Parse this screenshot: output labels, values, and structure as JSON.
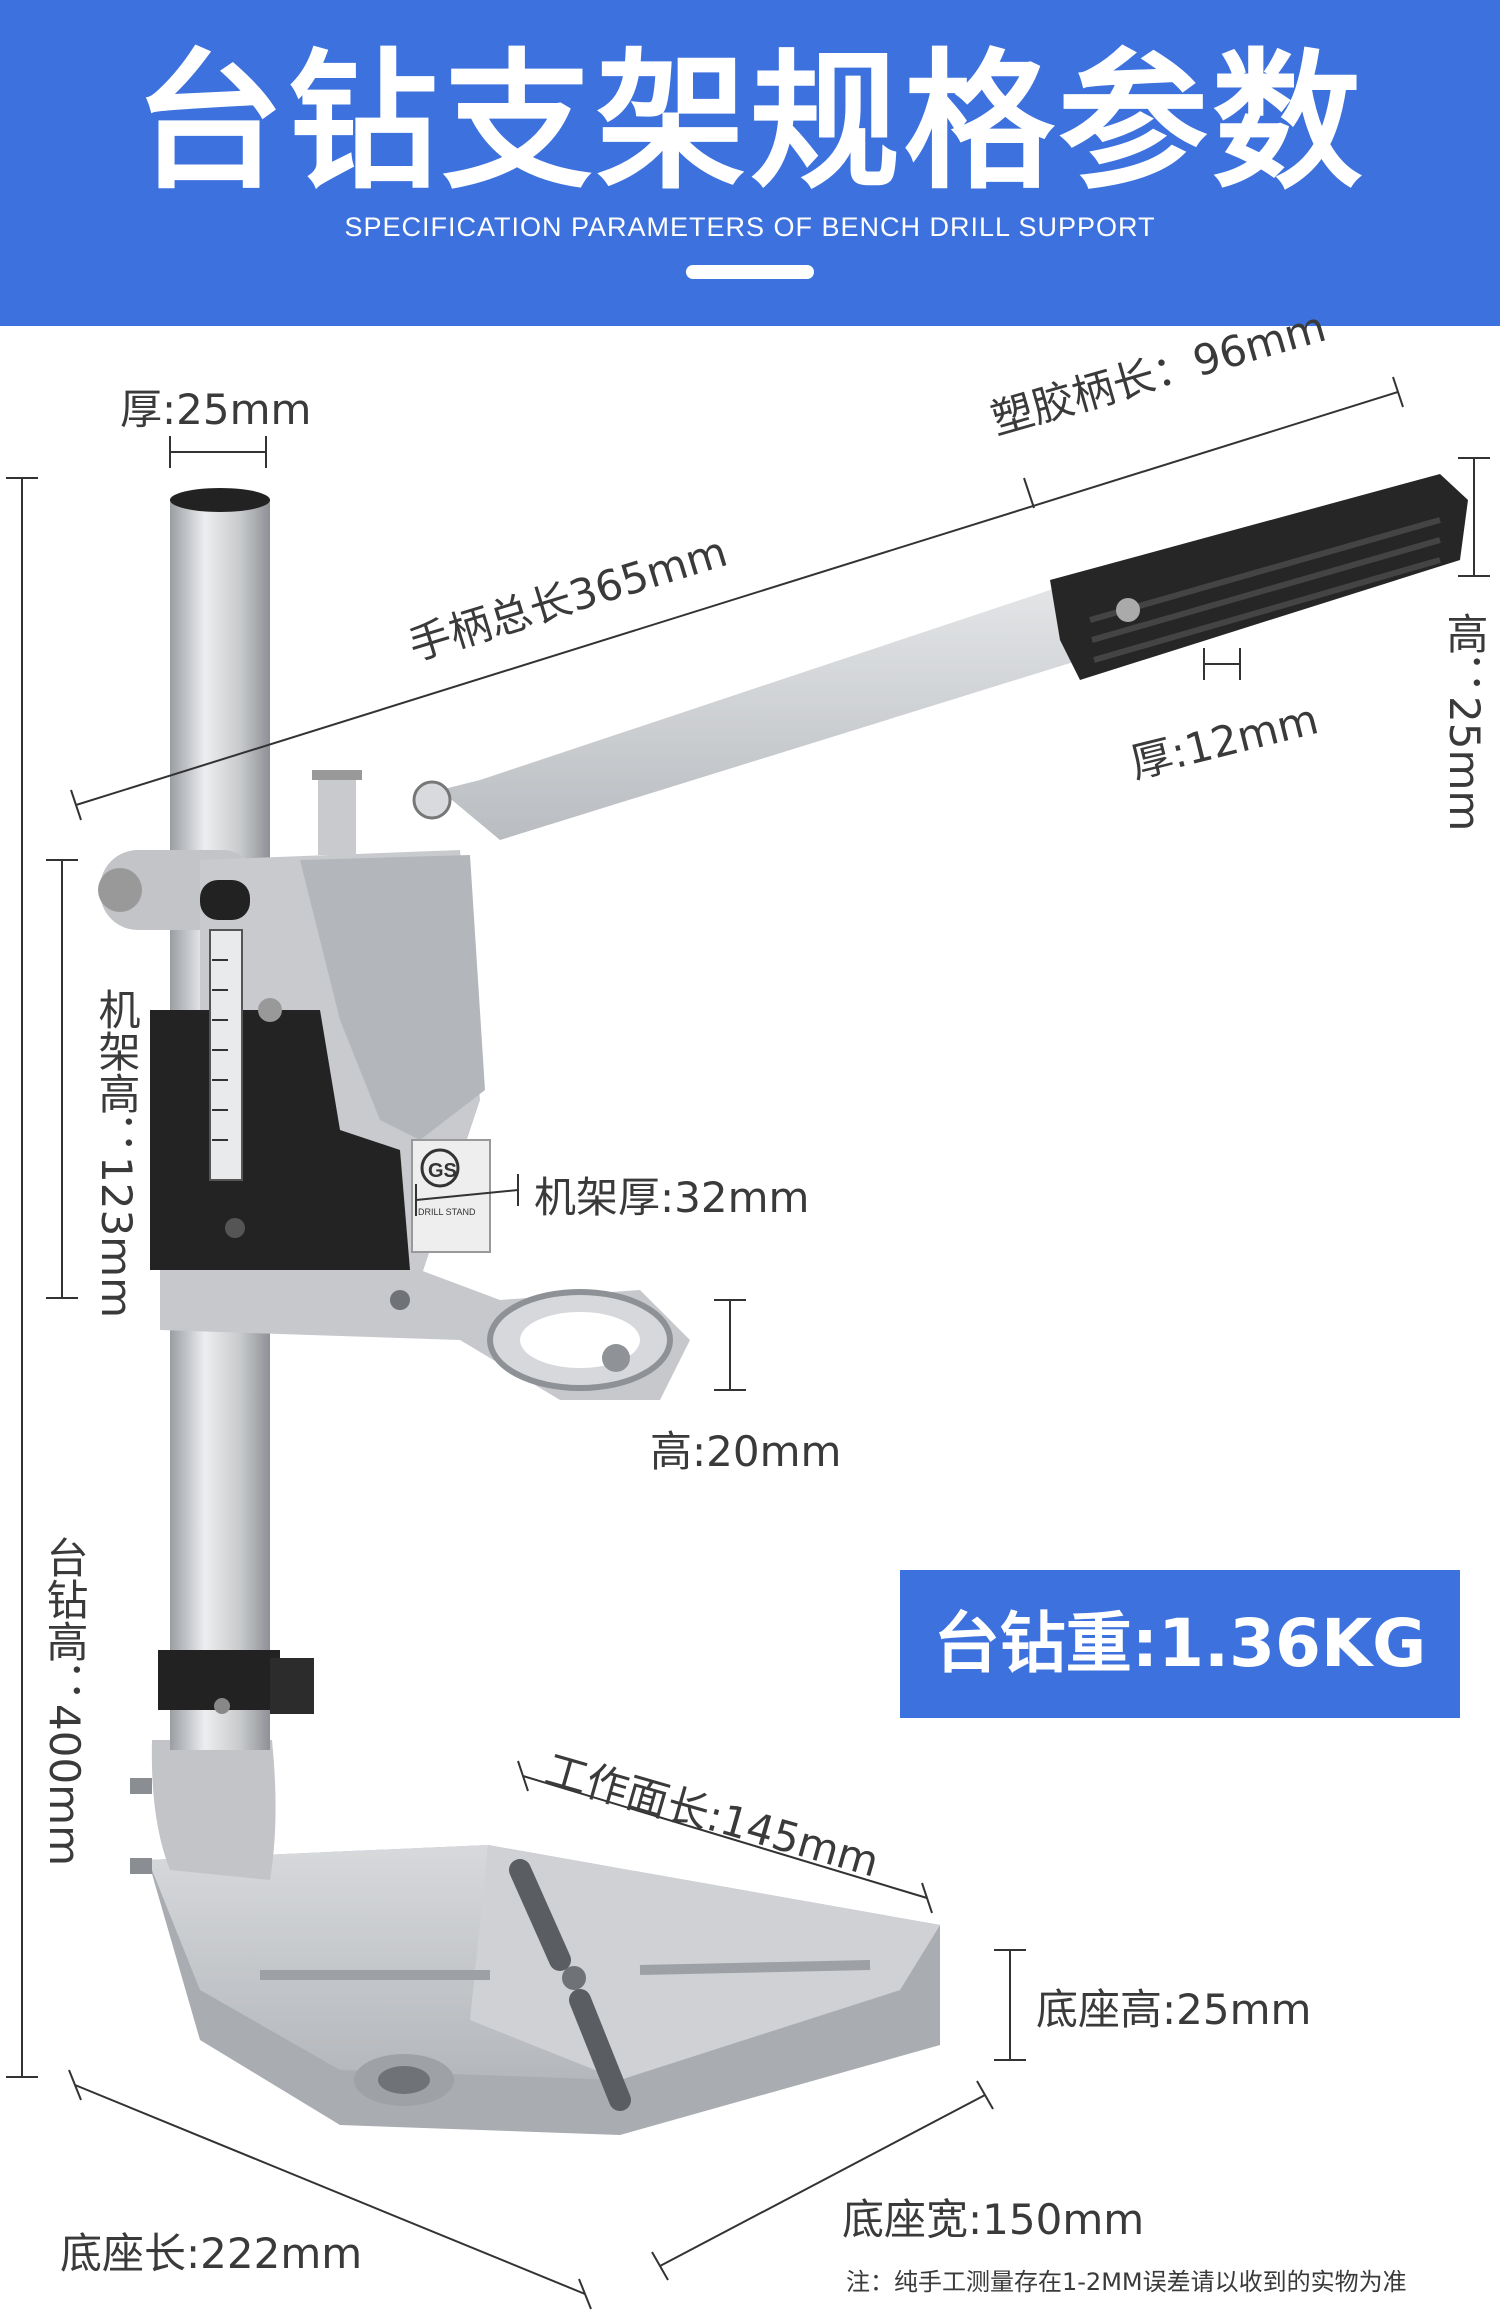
{
  "header": {
    "title": "台钻支架规格参数",
    "subtitle": "SPECIFICATION PARAMETERS OF BENCH DRILL SUPPORT"
  },
  "labels": {
    "thickness_pole": "厚:25mm",
    "grip_length": "塑胶柄长：96mm",
    "handle_total": "手柄总长365mm",
    "handle_height": "高：25mm",
    "handle_thickness": "厚:12mm",
    "frame_height": "机架高：123mm",
    "frame_thickness": "机架厚:32mm",
    "ring_height": "高:20mm",
    "stand_height": "台钻高：400mm",
    "work_length": "工作面长:145mm",
    "base_height": "底座高:25mm",
    "base_width": "底座宽:150mm",
    "base_length": "底座长:222mm"
  },
  "weight": "台钻重:1.36KG",
  "note": "注：纯手工测量存在1-2MM误差请以收到的实物为准",
  "product_marks": {
    "logo": "GS",
    "label": "DRILL STAND"
  },
  "colors": {
    "header_blue": "#3d72de",
    "metal": "#c4c6ca",
    "black_part": "#222222",
    "text": "#3a3a3a"
  }
}
